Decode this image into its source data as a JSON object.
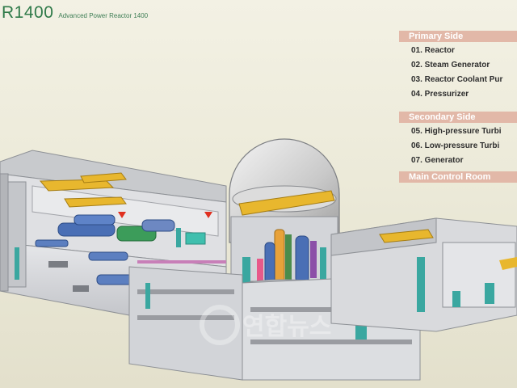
{
  "title": {
    "main": "R1400",
    "subtitle": "Advanced Power Reactor 1400"
  },
  "legend": {
    "primary_header": "Primary Side",
    "primary_items": [
      "01. Reactor",
      "02. Steam Generator",
      "03. Reactor Coolant Pur",
      "04. Pressurizer"
    ],
    "secondary_header": "Secondary Side",
    "secondary_items": [
      "05. High-pressure Turbi",
      "06. Low-pressure Turbi",
      "07. Generator"
    ],
    "control_room": "Main Control Room"
  },
  "watermark": "연합뉴스",
  "colors": {
    "title_green": "#2f7a49",
    "legend_header": "#e2b8a8",
    "turbine_blue": "#4a6fb5",
    "generator_green": "#3c9c5a",
    "crane_yellow": "#e8b72e",
    "arrow_red": "#e03020",
    "building_gray": "#d9dadd"
  }
}
